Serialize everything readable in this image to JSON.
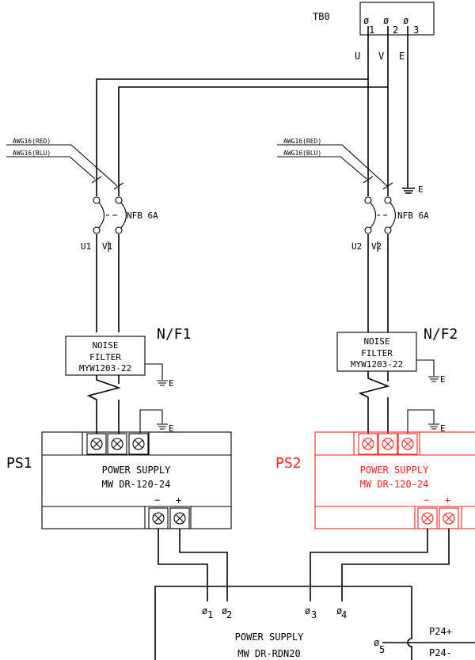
{
  "tb0": {
    "label": "TB0",
    "terminals": [
      "1",
      "2",
      "3"
    ],
    "phases": [
      "U",
      "V",
      "E"
    ]
  },
  "wires": {
    "red": "AWG16(RED)",
    "blu": "AWG16(BLU)"
  },
  "breaker": {
    "label": "NFB 6A",
    "left_terms": [
      "U1",
      "V1"
    ],
    "right_terms": [
      "U2",
      "V2"
    ]
  },
  "ground_label": "E",
  "filters": [
    {
      "tag": "N/F1",
      "line1": "NOISE",
      "line2": "FILTER",
      "model": "MYW1203-22"
    },
    {
      "tag": "N/F2",
      "line1": "NOISE",
      "line2": "FILTER",
      "model": "MYW1203-22"
    }
  ],
  "supplies": [
    {
      "tag": "PS1",
      "title": "POWER SUPPLY",
      "model": "MW DR-120-24",
      "minus": "−",
      "plus": "+",
      "color": "#000000"
    },
    {
      "tag": "PS2",
      "title": "POWER SUPPLY",
      "model": "MW DR-120-24",
      "minus": "−",
      "plus": "+",
      "color": "#ff2020"
    }
  ],
  "redundancy": {
    "title": "POWER SUPPLY",
    "model": "MW DR-RDN20",
    "terminals": [
      "1",
      "2",
      "3",
      "4",
      "5"
    ],
    "outputs": [
      "P24+",
      "P24-"
    ]
  },
  "terminal_symbol": "ø"
}
